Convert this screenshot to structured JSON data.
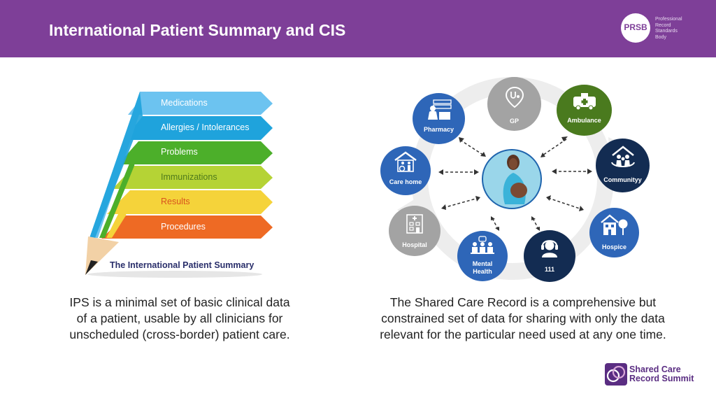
{
  "header": {
    "title": "International Patient Summary and CIS",
    "logo_abbr": "PRSB",
    "logo_text": [
      "Professional",
      "Record",
      "Standards",
      "Body"
    ]
  },
  "ips": {
    "layers": [
      {
        "label": "Medications",
        "color": "#6cc3f0"
      },
      {
        "label": "Allergies / Intolerances",
        "color": "#1fa3dc"
      },
      {
        "label": "Problems",
        "color": "#4caf2a"
      },
      {
        "label": "Immunizations",
        "color": "#b5d335"
      },
      {
        "label": "Results",
        "color": "#f5d33a"
      },
      {
        "label": "Procedures",
        "color": "#ee6a24"
      }
    ],
    "caption_title": "The International Patient Summary",
    "description": [
      "IPS is a minimal set of basic clinical data",
      "of a patient, usable by all clinicians for",
      "unscheduled (cross-border) patient care."
    ]
  },
  "cis": {
    "nodes": [
      {
        "id": "gp",
        "label": "GP",
        "color": "#a3a3a3",
        "icon": "stethoscope-pin-icon"
      },
      {
        "id": "ambulance",
        "label": "Ambulance",
        "color": "#4a7a1e",
        "icon": "ambulance-icon"
      },
      {
        "id": "pharmacy",
        "label": "Pharmacy",
        "color": "#2e66b8",
        "icon": "pharmacist-icon"
      },
      {
        "id": "community",
        "label": "Communityy",
        "color": "#132c52",
        "icon": "community-house-icon"
      },
      {
        "id": "care_home",
        "label": "Care home",
        "color": "#2e66b8",
        "icon": "care-home-icon"
      },
      {
        "id": "hospital",
        "label": "Hospital",
        "color": "#a3a3a3",
        "icon": "hospital-building-icon"
      },
      {
        "id": "mental_health",
        "label": "Mental Health",
        "label_lines": [
          "Mental",
          "Health"
        ],
        "color": "#2e66b8",
        "icon": "mental-health-meeting-icon"
      },
      {
        "id": "111",
        "label": "111",
        "color": "#132c52",
        "icon": "headset-operator-icon"
      },
      {
        "id": "hospice",
        "label": "Hospice",
        "color": "#2e66b8",
        "icon": "hospice-house-icon"
      }
    ],
    "center_icon": "pregnant-patient-icon",
    "description": [
      "The Shared Care Record is a comprehensive but",
      "constrained set of data for sharing with only the data",
      "relevant for the particular need used at any one time."
    ]
  },
  "footer": {
    "logo_lines": [
      "Shared Care",
      "Record Summit"
    ],
    "logo_colors": [
      "#5a2d82",
      "#a3509b"
    ]
  }
}
